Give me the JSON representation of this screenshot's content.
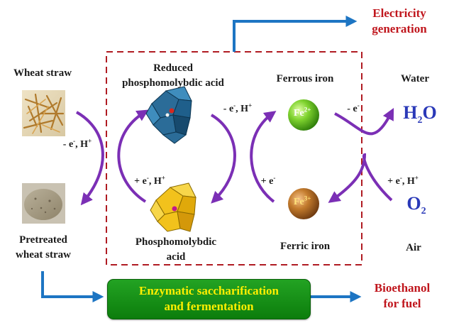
{
  "labels": {
    "electricity_line1": "Electricity",
    "electricity_line2": "generation",
    "wheat_straw": "Wheat straw",
    "pretreated_line1": "Pretreated",
    "pretreated_line2": "wheat straw",
    "reduced_pma_line1": "Reduced",
    "reduced_pma_line2": "phosphomolybdic acid",
    "pma_line1": "Phosphomolybdic",
    "pma_line2": "acid",
    "ferrous": "Ferrous iron",
    "ferric": "Ferric iron",
    "water": "Water",
    "air": "Air",
    "bioethanol_line1": "Bioethanol",
    "bioethanol_line2": "for fuel",
    "process_line1": "Enzymatic saccharification",
    "process_line2": "and fermentation"
  },
  "reactions": {
    "oxidation_left_text": "- e",
    "oxidation_left_sup": "-",
    "oxidation_left_rest": ", H",
    "oxidation_left_sup2": "+",
    "reduction_mid_text": "+ e",
    "reduction_mid_sup": "-",
    "reduction_mid_rest": ", H",
    "reduction_mid_sup2": "+",
    "oxidation_mid_text": "- e",
    "oxidation_mid_sup": "-",
    "oxidation_mid_rest": ", H",
    "oxidation_mid_sup2": "+",
    "reduction_iron_text": "+ e",
    "reduction_iron_sup": "-",
    "oxidation_iron_text": "- e",
    "oxidation_iron_sup": "-",
    "reduction_right_text": "+ e",
    "reduction_right_sup": "-",
    "reduction_right_rest": ", H",
    "reduction_right_sup2": "+"
  },
  "chemicals": {
    "water_formula_main": "H",
    "water_formula_sub": "2",
    "water_formula_end": "O",
    "oxygen_main": "O",
    "oxygen_sub": "2",
    "fe2_main": "Fe",
    "fe2_sup": "2+",
    "fe3_main": "Fe",
    "fe3_sup": "3+"
  },
  "colors": {
    "arrow_purple": "#7b2fb5",
    "flow_blue": "#1d75c3",
    "box_dash_red": "#b01b22",
    "accent_red_text": "#c0161d",
    "formula_blue": "#2a39b8",
    "process_box_green": "#189a18",
    "process_text_yellow": "#ffef00",
    "fe2_sphere": "#5fc21f",
    "fe3_sphere": "#b5651d",
    "polyoxometalate_reduced": "#1f5f8b",
    "polyoxometalate_oxidized": "#f0c419"
  },
  "icons": {
    "wheat_straw_image": "wheat-straw-photo",
    "pretreated_image": "pretreated-straw-photo",
    "reduced_pma": "polyoxometalate-cluster-blue",
    "oxidized_pma": "polyoxometalate-cluster-yellow"
  }
}
